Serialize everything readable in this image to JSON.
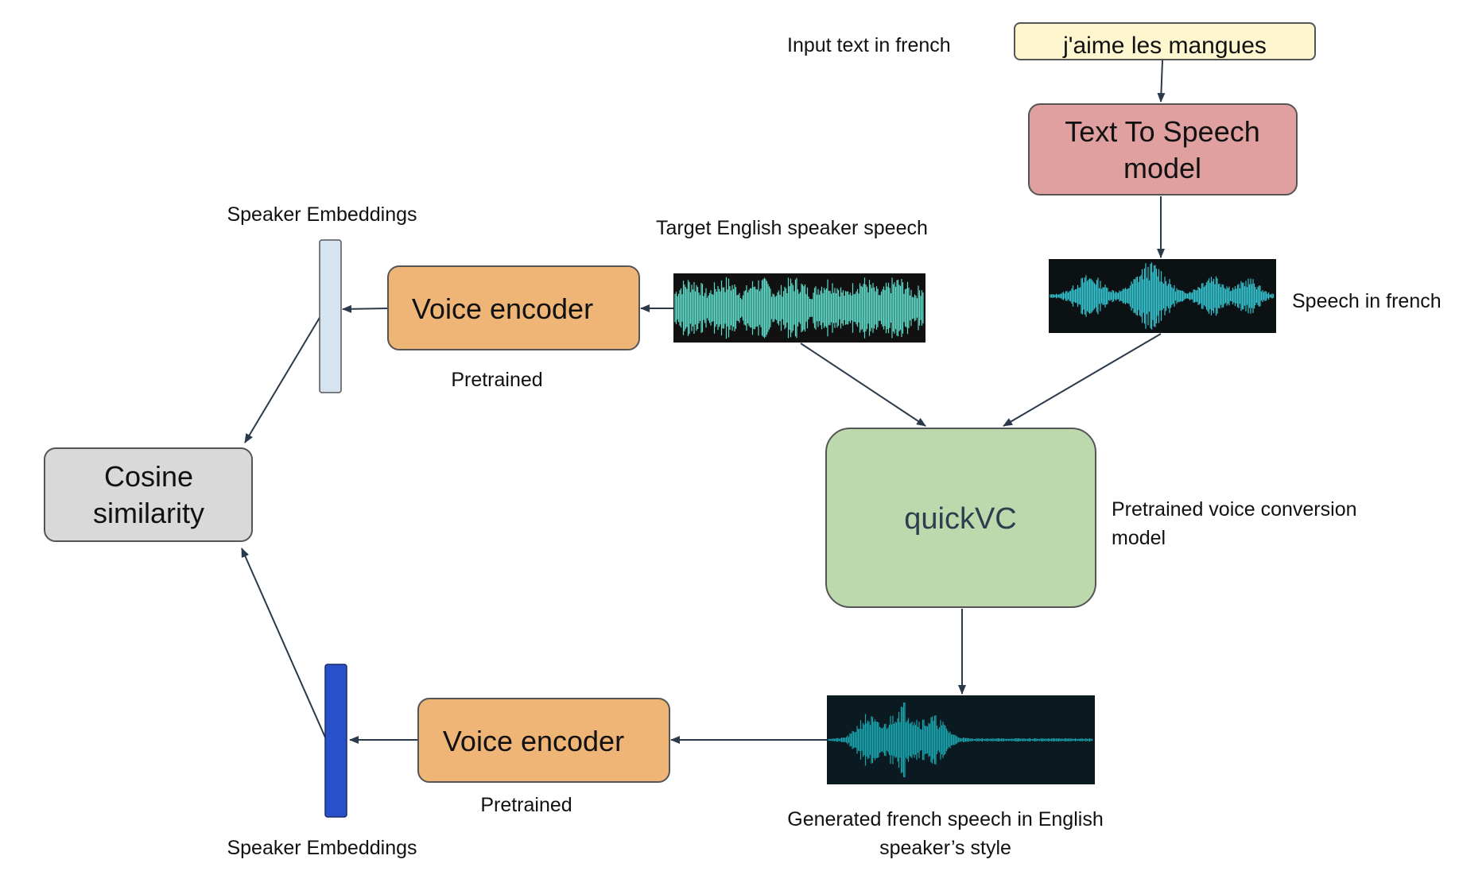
{
  "nodes": {
    "input_text": {
      "label": "j'aime les mangues",
      "fill": "#fdf6cf"
    },
    "tts": {
      "line1": "Text To Speech",
      "line2": "model",
      "fill": "#e0a0a0"
    },
    "voice_encoder_top": {
      "label": "Voice encoder",
      "fill": "#eeb577"
    },
    "voice_encoder_bottom": {
      "label": "Voice encoder",
      "fill": "#eeb577"
    },
    "quickvc": {
      "label": "quickVC",
      "fill": "#bcd8ad"
    },
    "cosine": {
      "line1": "Cosine",
      "line2": "similarity",
      "fill": "#d9d9d9"
    },
    "embedding_top": {
      "fill": "#d6e4f2"
    },
    "embedding_bottom": {
      "fill": "#2850c8"
    }
  },
  "labels": {
    "input_text_caption": "Input text in french",
    "speaker_embeddings_top": "Speaker Embeddings",
    "target_speech": "Target English speaker speech",
    "speech_in_french": "Speech in french",
    "pretrained_top": "Pretrained",
    "pretrained_vc_line1": "Pretrained voice conversion",
    "pretrained_vc_line2": "model",
    "pretrained_bottom": "Pretrained",
    "generated_line1": "Generated french speech in English",
    "generated_line2": "speaker’s style",
    "speaker_embeddings_bottom": "Speaker Embeddings"
  },
  "waveforms": {
    "target": {
      "color": "#5fd9c8",
      "background": "#111111"
    },
    "french": {
      "color": "#35c4d0",
      "background": "#0c1214"
    },
    "generated": {
      "color": "#1aa5ae",
      "background": "#0a1a20"
    }
  }
}
